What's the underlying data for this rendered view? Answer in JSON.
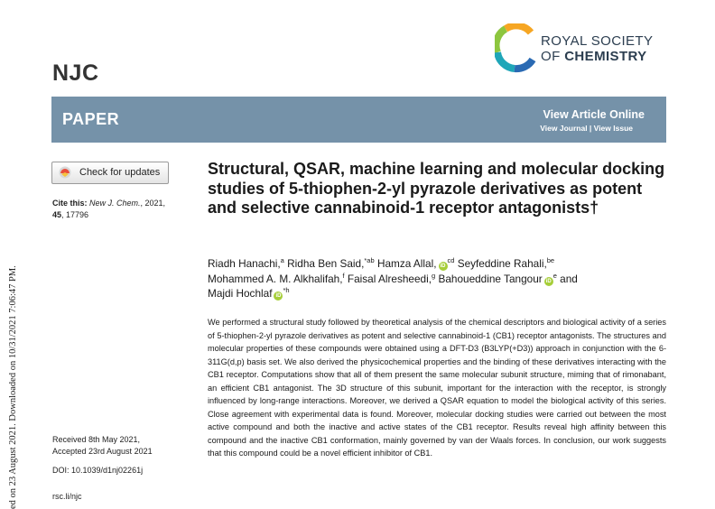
{
  "side_note": "ed on 23 August 2021. Downloaded on 10/31/2021 7:06:47 PM.",
  "journal": "NJC",
  "publisher": {
    "line1": "ROYAL SOCIETY",
    "line2_prefix": "OF ",
    "line2_bold": "CHEMISTRY",
    "colors": [
      "#f6a623",
      "#8dc63f",
      "#1fa6b8",
      "#2a6ab3"
    ]
  },
  "banner": {
    "type": "PAPER",
    "view_online": "View Article Online",
    "view_journal": "View Journal",
    "separator": " | ",
    "view_issue": "View Issue",
    "color": "#7592a9"
  },
  "check_updates": {
    "label": "Check for updates",
    "icon": "check-updates-icon"
  },
  "cite": {
    "prefix": "Cite this: ",
    "journal": "New J. Chem.",
    "year_text": ", 2021,",
    "volume": "45",
    "pages": ", 17796"
  },
  "dates": {
    "received": "Received 8th May 2021,",
    "accepted": "Accepted 23rd August 2021"
  },
  "doi": "DOI: 10.1039/d1nj02261j",
  "site": "rsc.li/njc",
  "title": "Structural, QSAR, machine learning and molecular docking studies of 5-thiophen-2-yl pyrazole derivatives as potent and selective cannabinoid-1 receptor antagonists†",
  "authors": [
    {
      "name": "Riadh Hanachi,",
      "sup": "a",
      "orcid": false,
      "star": false
    },
    {
      "name": "Ridha Ben Said,",
      "sup": "*ab",
      "orcid": false,
      "star": false
    },
    {
      "name": "Hamza Allal,",
      "sup": "cd",
      "orcid": true,
      "star": false
    },
    {
      "name": "Seyfeddine Rahali,",
      "sup": "be",
      "orcid": false,
      "star": false
    },
    {
      "name": "Mohammed A. M. Alkhalifah,",
      "sup": "f",
      "orcid": false,
      "star": false
    },
    {
      "name": "Faisal Alresheedi,",
      "sup": "g",
      "orcid": false,
      "star": false
    },
    {
      "name": "Bahoueddine Tangour",
      "sup": "e",
      "orcid": true,
      "star": false
    },
    {
      "name": "and",
      "sup": "",
      "orcid": false,
      "star": false
    },
    {
      "name": "Majdi Hochlaf",
      "sup": "*h",
      "orcid": true,
      "star": false
    }
  ],
  "orcid_label": "iD",
  "abstract": "We performed a structural study followed by theoretical analysis of the chemical descriptors and biological activity of a series of 5-thiophen-2-yl pyrazole derivatives as potent and selective cannabinoid-1 (CB1) receptor antagonists. The structures and molecular properties of these compounds were obtained using a DFT-D3 (B3LYP(+D3)) approach in conjunction with the 6-311G(d,p) basis set. We also derived the physicochemical properties and the binding of these derivatives interacting with the CB1 receptor. Computations show that all of them present the same molecular subunit structure, miming that of rimonabant, an efficient CB1 antagonist. The 3D structure of this subunit, important for the interaction with the receptor, is strongly influenced by long-range interactions. Moreover, we derived a QSAR equation to model the biological activity of this series. Close agreement with experimental data is found. Moreover, molecular docking studies were carried out between the most active compound and both the inactive and active states of the CB1 receptor. Results reveal high affinity between this compound and the inactive CB1 conformation, mainly governed by van der Waals forces. In conclusion, our work suggests that this compound could be a novel efficient inhibitor of CB1."
}
